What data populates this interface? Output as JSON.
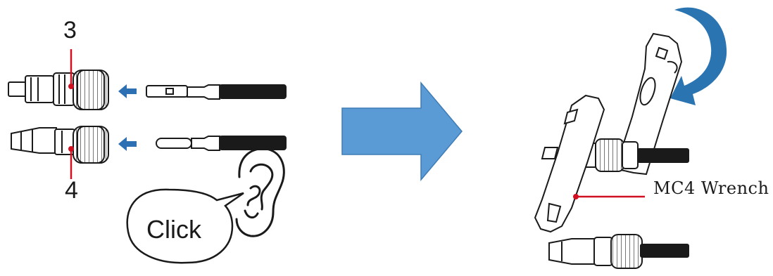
{
  "labels": {
    "part_top": "3",
    "part_bottom": "4",
    "sound": "Click",
    "tool": "MC4 Wrench"
  },
  "colors": {
    "callout_line": "#d01020",
    "big_arrow": "#5b9bd5",
    "rotate_arrow": "#2a74b2",
    "insert_arrow": "#2d6fb3",
    "outline": "#1a1a1a"
  },
  "icons": {
    "transition": "right-arrow-icon",
    "rotation": "curved-arrow-icon",
    "hearing": "ear-icon",
    "speech": "speech-bubble-icon"
  }
}
